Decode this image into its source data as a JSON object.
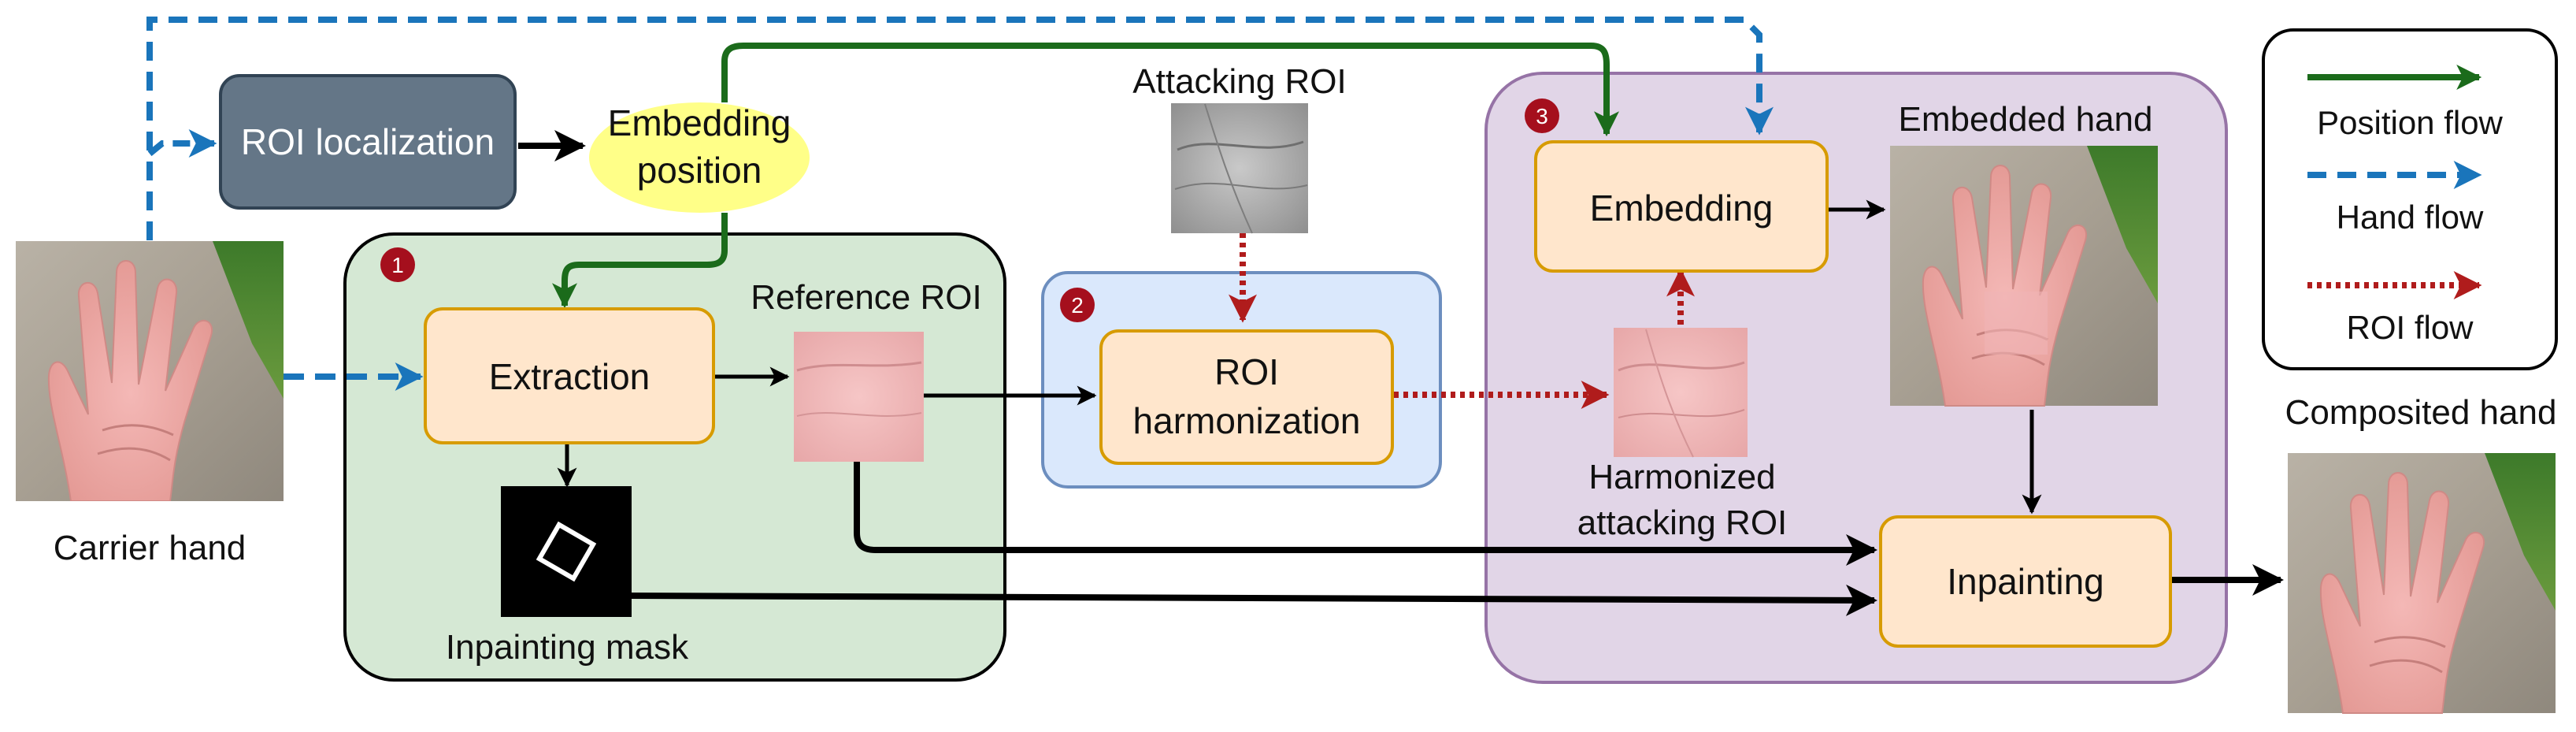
{
  "panels": {
    "stage1": {
      "badge": "1",
      "fill": "#d5e8d4",
      "stroke": "#000000"
    },
    "stage2": {
      "badge": "2",
      "fill": "#dae8fc",
      "stroke": "#6c8ebf"
    },
    "stage3": {
      "badge": "3",
      "fill": "#e1d5e7",
      "stroke": "#9673a6"
    }
  },
  "nodes": {
    "roi_localization": "ROI localization",
    "embedding_position": [
      "Embedding",
      "position"
    ],
    "extraction": "Extraction",
    "roi_harmonization": [
      "ROI",
      "harmonization"
    ],
    "embedding": "Embedding",
    "inpainting": "Inpainting"
  },
  "labels": {
    "carrier_hand": "Carrier hand",
    "reference_roi": "Reference ROI",
    "attacking_roi": "Attacking ROI",
    "inpainting_mask": "Inpainting mask",
    "harmonized_attacking_roi": [
      "Harmonized",
      "attacking ROI"
    ],
    "embedded_hand": "Embedded hand",
    "composited_hand": "Composited hand"
  },
  "legend": {
    "position_flow": "Position flow",
    "hand_flow": "Hand flow",
    "roi_flow": "ROI flow"
  },
  "colors": {
    "position_flow": "#1b6b1b",
    "hand_flow": "#1a75bb",
    "roi_flow": "#b01c1c",
    "process_box_fill": "#ffe6cc",
    "process_box_stroke": "#d79b00",
    "localization_fill": "#647687",
    "embedding_position_fill": "#ffff88",
    "badge_fill": "#a50f1d"
  }
}
